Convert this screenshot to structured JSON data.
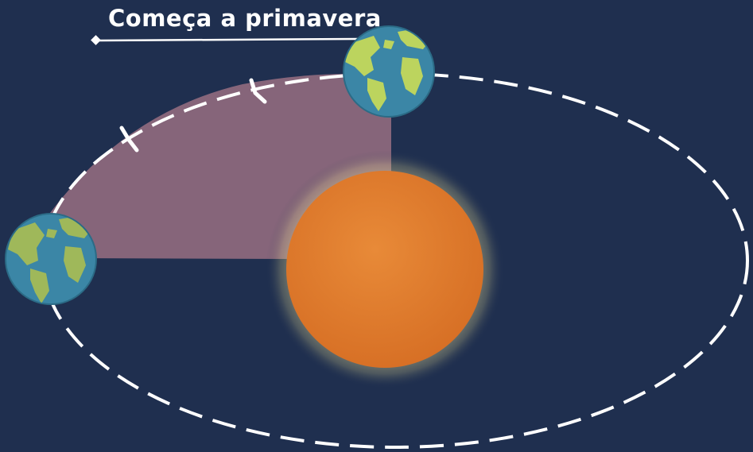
{
  "caption": "Começa a primavera",
  "colors": {
    "background": "#1f2f4f",
    "orbit": "#ffffff",
    "swept_area": "#8f6a7e",
    "sun": "#e07a2e",
    "sun_glow": "#f2e7a0",
    "ocean": "#3b86a6",
    "land": "#a6c45a"
  },
  "icons": {
    "sun": "sun",
    "earth": "earth-globe"
  }
}
